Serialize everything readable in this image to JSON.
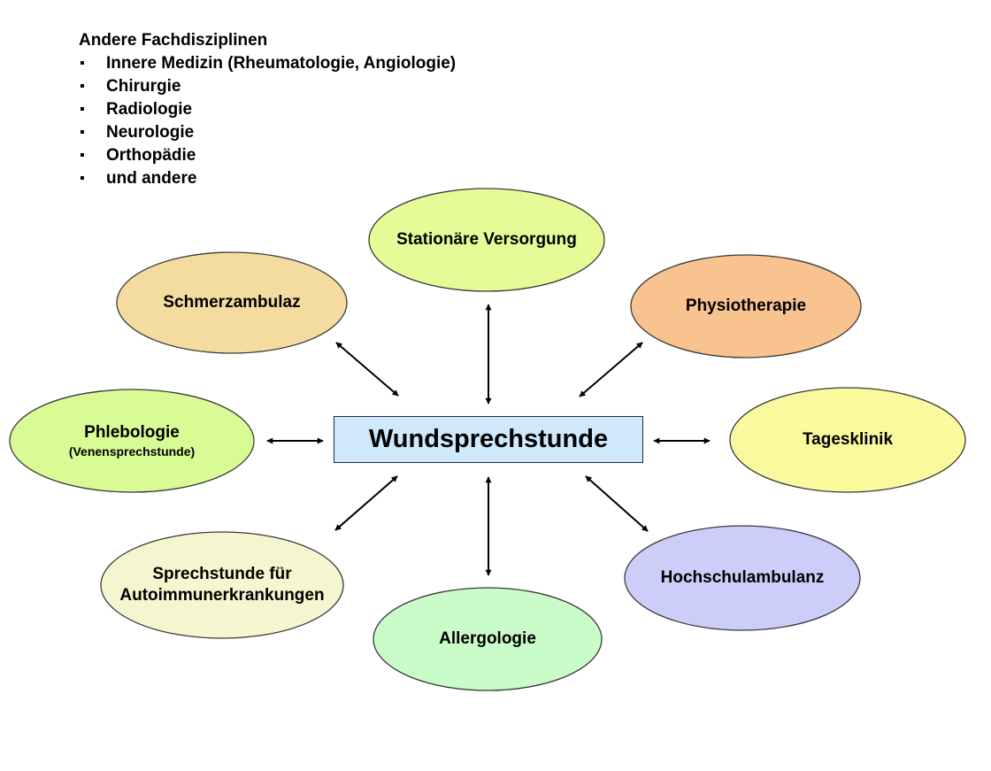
{
  "disciplines": {
    "heading": "Andere Fachdisziplinen",
    "items": [
      "Innere Medizin (Rheumatologie, Angiologie)",
      "Chirurgie",
      "Radiologie",
      "Neurologie",
      "Orthopädie",
      "und andere"
    ]
  },
  "center": {
    "label": "Wundsprechstunde",
    "color": "#cfe8fb"
  },
  "nodes": {
    "stationaer": {
      "label": "Stationäre Versorgung",
      "color": "#e6fb98"
    },
    "schmerz": {
      "label": "Schmerzambulaz",
      "color": "#f4dca0"
    },
    "physio": {
      "label": "Physiotherapie",
      "color": "#f8c38f"
    },
    "phlebo": {
      "label": "Phlebologie",
      "sub": "(Venensprechstunde)",
      "color": "#d9fb95"
    },
    "tagesklinik": {
      "label": "Tagesklinik",
      "color": "#fbf99d"
    },
    "autoimmun": {
      "label_line1": "Sprechstunde für",
      "label_line2": "Autoimmunerkrankungen",
      "color": "#f5f5cf"
    },
    "hochschul": {
      "label": "Hochschulambulanz",
      "color": "#cdcdfa"
    },
    "allergo": {
      "label": "Allergologie",
      "color": "#cafcc9"
    }
  }
}
